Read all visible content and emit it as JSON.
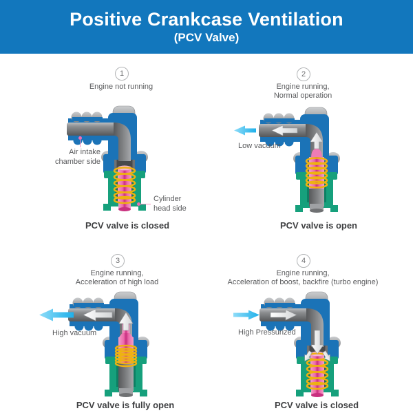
{
  "header": {
    "title": "Positive Crankcase Ventilation",
    "subtitle": "(PCV Valve)"
  },
  "panels": [
    {
      "number": "1",
      "description": "Engine not running",
      "caption": "PCV valve is closed",
      "valve_state": "closed",
      "labels": {
        "air_intake": "Air intake\nchamber side",
        "cylinder_head": "Cylinder\nhead side"
      }
    },
    {
      "number": "2",
      "description": "Engine running,\nNormal operation",
      "caption": "PCV valve is open",
      "valve_state": "open",
      "labels": {
        "flow": "Low vacuum"
      }
    },
    {
      "number": "3",
      "description": "Engine running,\nAcceleration of high load",
      "caption": "PCV valve is fully open",
      "valve_state": "fully-open",
      "labels": {
        "flow": "High vacuum"
      }
    },
    {
      "number": "4",
      "description": "Engine running,\nAcceleration of boost, backfire (turbo engine)",
      "caption": "PCV valve is closed",
      "valve_state": "closed",
      "labels": {
        "flow": "High Pressurized"
      }
    }
  ],
  "colors": {
    "header_blue": "#1277bd",
    "valve_body_blue": "#1b73b7",
    "cylinder_head_green": "#16a07c",
    "plunger_pink": "#ec6aab",
    "plunger_magenta": "#c92f80",
    "spring_yellow": "#eeb211",
    "flow_cyan": "#2ab9ee",
    "metal_gray": "#8d8f92",
    "label_gray": "#595a5c",
    "caption_gray": "#3f4042",
    "leader_pink": "#f590c1"
  }
}
